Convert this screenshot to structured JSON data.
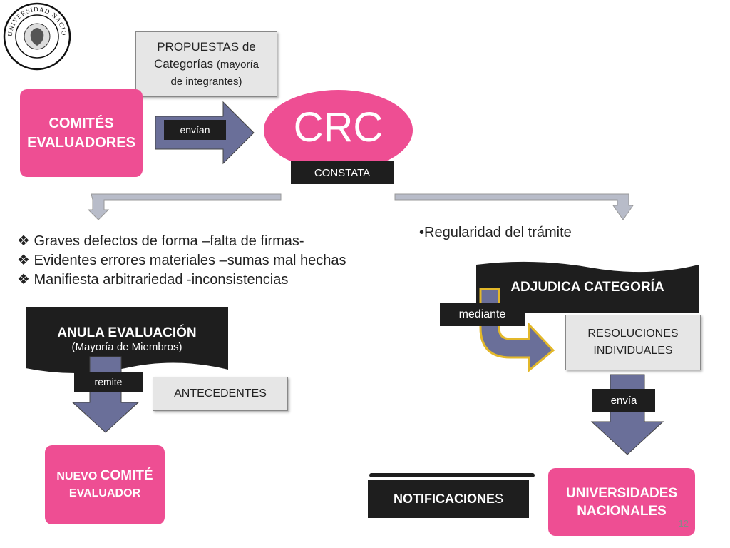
{
  "logo": {
    "text": "UNIVERSIDAD NACIONAL DE LUJAN"
  },
  "propuestas": {
    "line1": "PROPUESTAS de",
    "line2a": "Categorías ",
    "line2b": "(mayoría",
    "line3": "de integrantes)"
  },
  "comites": {
    "line1": "COMITÉS",
    "line2": "EVALUADORES"
  },
  "envian_label": "envían",
  "crc": {
    "title": "CRC",
    "constata": "CONSTATA"
  },
  "left_bullets": [
    "Graves defectos de forma –falta de firmas-",
    "Evidentes errores materiales –sumas mal hechas",
    "Manifiesta arbitrariedad -inconsistencias"
  ],
  "right_bullet": "•Regularidad del trámite",
  "anula": {
    "title": "ANULA EVALUACIÓN",
    "subtitle": "(Mayoría de Miembros)"
  },
  "remite_label": "remite",
  "antecedentes_label": "ANTECEDENTES",
  "nuevo_comite": {
    "word1": "NUEVO ",
    "word2": "COMITÉ",
    "line2": "EVALUADOR"
  },
  "adjudica": {
    "title": "ADJUDICA CATEGORÍA"
  },
  "mediante_label": "mediante",
  "resoluciones": {
    "line1": "RESOLUCIONES",
    "line2": "INDIVIDUALES"
  },
  "envia_label": "envía",
  "notificaciones": {
    "main": "NOTIFICACIONE",
    "last": "S"
  },
  "universidades": {
    "line1": "UNIVERSIDADES",
    "line2": "NACIONALES"
  },
  "page_number": "12",
  "colors": {
    "pink": "#ee4e93",
    "dark": "#1e1e1e",
    "arrow": "#6a6f99",
    "gray_arrow": "#b8bcc9"
  }
}
